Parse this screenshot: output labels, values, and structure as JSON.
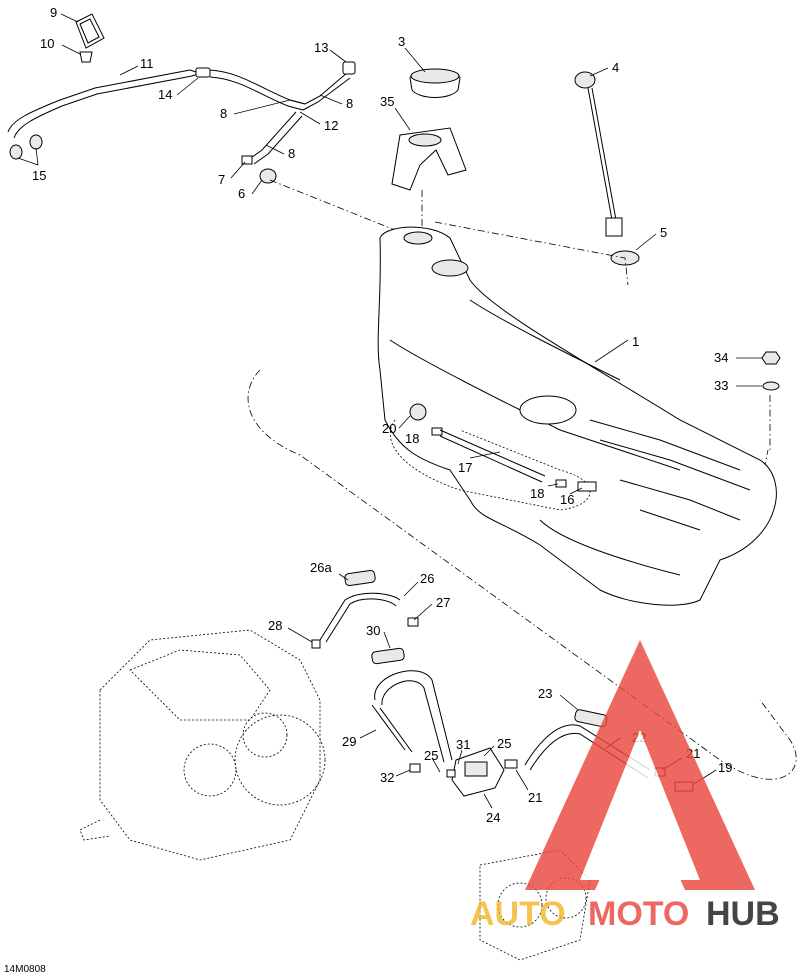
{
  "diagram_code": "14M0808",
  "callouts": [
    {
      "id": "c9",
      "text": "9"
    },
    {
      "id": "c10",
      "text": "10"
    },
    {
      "id": "c11",
      "text": "11"
    },
    {
      "id": "c14",
      "text": "14"
    },
    {
      "id": "c15",
      "text": "15"
    },
    {
      "id": "c13",
      "text": "13"
    },
    {
      "id": "c8a",
      "text": "8"
    },
    {
      "id": "c8b",
      "text": "8"
    },
    {
      "id": "c12",
      "text": "12"
    },
    {
      "id": "c8c",
      "text": "8"
    },
    {
      "id": "c7",
      "text": "7"
    },
    {
      "id": "c6",
      "text": "6"
    },
    {
      "id": "c3",
      "text": "3"
    },
    {
      "id": "c35",
      "text": "35"
    },
    {
      "id": "c4",
      "text": "4"
    },
    {
      "id": "c5",
      "text": "5"
    },
    {
      "id": "c1",
      "text": "1"
    },
    {
      "id": "c34",
      "text": "34"
    },
    {
      "id": "c33",
      "text": "33"
    },
    {
      "id": "c20",
      "text": "20"
    },
    {
      "id": "c18a",
      "text": "18"
    },
    {
      "id": "c17",
      "text": "17"
    },
    {
      "id": "c18b",
      "text": "18"
    },
    {
      "id": "c16",
      "text": "16"
    },
    {
      "id": "c26a",
      "text": "26a"
    },
    {
      "id": "c26",
      "text": "26"
    },
    {
      "id": "c28",
      "text": "28"
    },
    {
      "id": "c27",
      "text": "27"
    },
    {
      "id": "c30",
      "text": "30"
    },
    {
      "id": "c23",
      "text": "23"
    },
    {
      "id": "c29",
      "text": "29"
    },
    {
      "id": "c31",
      "text": "31"
    },
    {
      "id": "c25a",
      "text": "25"
    },
    {
      "id": "c25b",
      "text": "25"
    },
    {
      "id": "c22",
      "text": "22"
    },
    {
      "id": "c21a",
      "text": "21"
    },
    {
      "id": "c19",
      "text": "19"
    },
    {
      "id": "c32",
      "text": "32"
    },
    {
      "id": "c21b",
      "text": "21"
    },
    {
      "id": "c24",
      "text": "24"
    }
  ],
  "watermark": {
    "part1": "AUTO",
    "part2": "MOTO",
    "part3": "HUB",
    "colors": {
      "accent": "#e8483f",
      "gold": "#f2b72a",
      "dark": "#1d1d1b"
    }
  }
}
